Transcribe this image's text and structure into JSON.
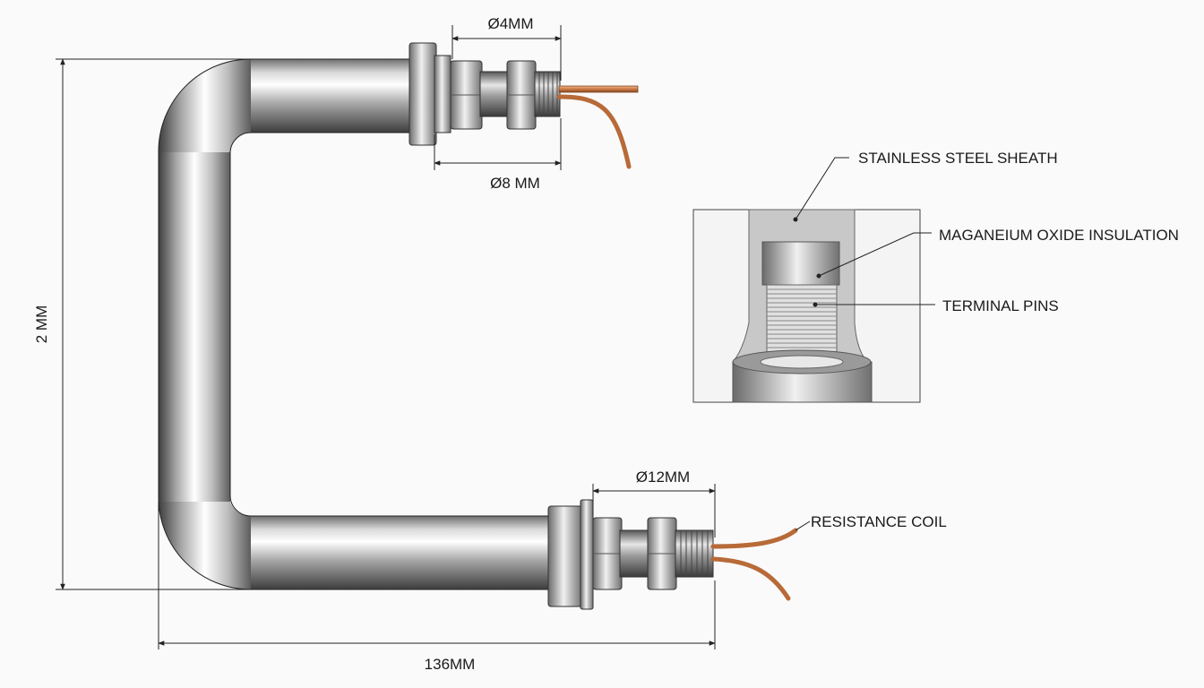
{
  "dimensions": {
    "top_outer_diameter": "Ø4MM",
    "top_inner_diameter": "Ø8 MM",
    "bottom_diameter": "Ø12MM",
    "height": "2 MM",
    "width": "136MM"
  },
  "callouts": {
    "sheath": "STAINLESS STEEL SHEATH",
    "insulation": "MAGANEIUM OXIDE INSULATION",
    "terminal_pins": "TERMINAL PINS",
    "resistance_coil": "RESISTANCE COIL"
  }
}
